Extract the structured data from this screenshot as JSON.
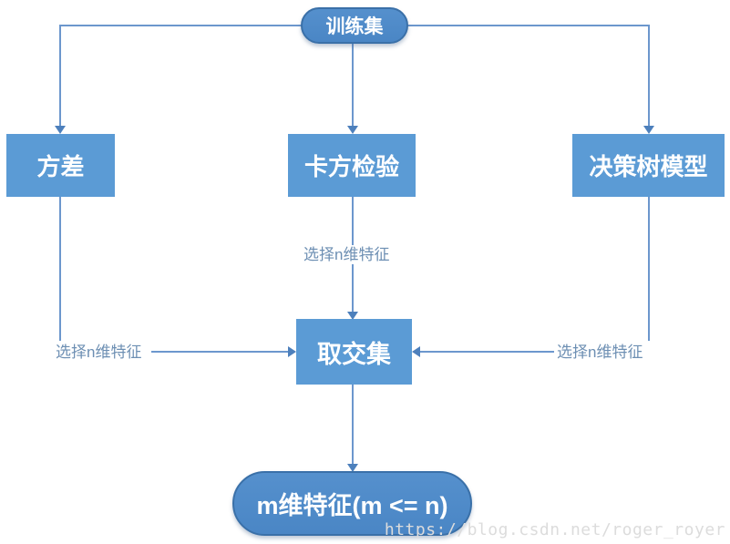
{
  "diagram": {
    "type": "flowchart",
    "nodes": {
      "training_set": {
        "label": "训练集",
        "shape": "pill"
      },
      "variance": {
        "label": "方差",
        "shape": "rect"
      },
      "chi_square": {
        "label": "卡方检验",
        "shape": "rect"
      },
      "decision_tree": {
        "label": "决策树模型",
        "shape": "rect"
      },
      "intersection": {
        "label": "取交集",
        "shape": "rect"
      },
      "result": {
        "label": "m维特征(m <= n)",
        "shape": "pill"
      }
    },
    "edges": {
      "variance_to_intersection": {
        "label": "选择n维特征"
      },
      "chi_square_to_intersection": {
        "label": "选择n维特征"
      },
      "decision_tree_to_intersection": {
        "label": "选择n维特征"
      }
    },
    "colors": {
      "rect_fill": "#5b9bd5",
      "pill_fill": "#4a86c5",
      "pill_border": "#3a70a8",
      "connector": "#6c97cd",
      "arrowhead": "#4d80bc",
      "edge_label_text": "#6d8fb3",
      "node_text": "#ffffff",
      "watermark_text": "#dcdcdc"
    }
  },
  "watermark": {
    "text": "https://blog.csdn.net/roger_royer"
  }
}
